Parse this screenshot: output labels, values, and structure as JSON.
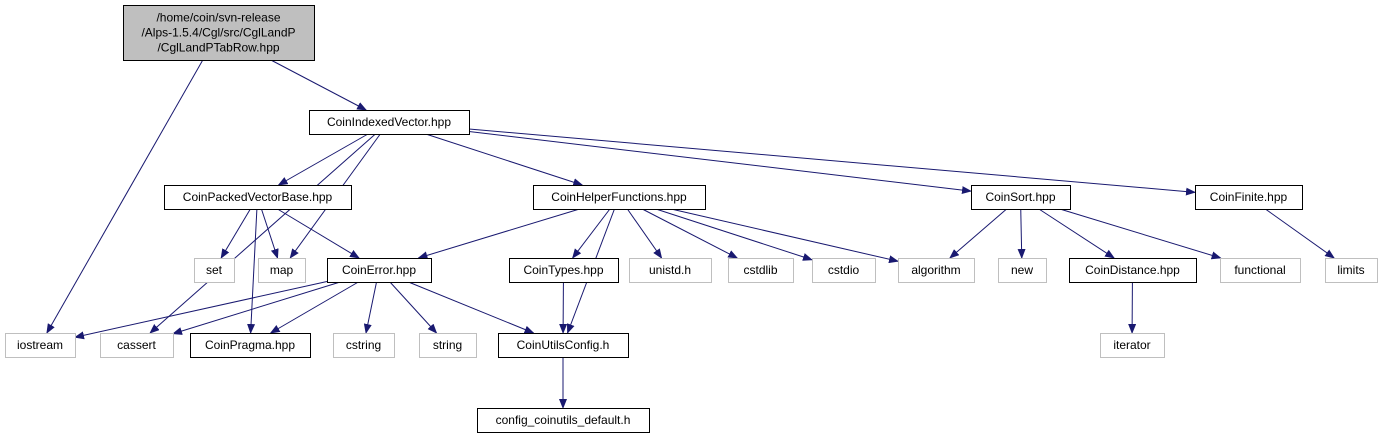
{
  "colors": {
    "edge": "#191970",
    "root_fill": "#bfbfbf",
    "root_stroke": "#000000",
    "doc_fill": "#ffffff",
    "doc_stroke": "#000000",
    "ext_fill": "#ffffff",
    "ext_stroke": "#bfbfbf",
    "ext_text": "#6b6b6b"
  },
  "nodes": [
    {
      "id": "root",
      "kind": "root",
      "lines": [
        "/home/coin/svn-release",
        "/Alps-1.5.4/Cgl/src/CglLandP",
        "/CglLandPTabRow.hpp"
      ]
    },
    {
      "id": "CoinIndexedVector",
      "kind": "doc",
      "lines": [
        "CoinIndexedVector.hpp"
      ]
    },
    {
      "id": "iostream",
      "kind": "ext",
      "lines": [
        "iostream"
      ]
    },
    {
      "id": "CoinPackedVectorBase",
      "kind": "doc",
      "lines": [
        "CoinPackedVectorBase.hpp"
      ]
    },
    {
      "id": "CoinHelperFunctions",
      "kind": "doc",
      "lines": [
        "CoinHelperFunctions.hpp"
      ]
    },
    {
      "id": "CoinSort",
      "kind": "doc",
      "lines": [
        "CoinSort.hpp"
      ]
    },
    {
      "id": "CoinFinite",
      "kind": "doc",
      "lines": [
        "CoinFinite.hpp"
      ]
    },
    {
      "id": "set",
      "kind": "ext",
      "lines": [
        "set"
      ]
    },
    {
      "id": "map",
      "kind": "ext",
      "lines": [
        "map"
      ]
    },
    {
      "id": "CoinError",
      "kind": "doc",
      "lines": [
        "CoinError.hpp"
      ]
    },
    {
      "id": "CoinTypes",
      "kind": "doc",
      "lines": [
        "CoinTypes.hpp"
      ]
    },
    {
      "id": "unistd",
      "kind": "ext",
      "lines": [
        "unistd.h"
      ]
    },
    {
      "id": "cstdlib",
      "kind": "ext",
      "lines": [
        "cstdlib"
      ]
    },
    {
      "id": "cstdio",
      "kind": "ext",
      "lines": [
        "cstdio"
      ]
    },
    {
      "id": "algorithm",
      "kind": "ext",
      "lines": [
        "algorithm"
      ]
    },
    {
      "id": "new",
      "kind": "ext",
      "lines": [
        "new"
      ]
    },
    {
      "id": "CoinDistance",
      "kind": "doc",
      "lines": [
        "CoinDistance.hpp"
      ]
    },
    {
      "id": "functional",
      "kind": "ext",
      "lines": [
        "functional"
      ]
    },
    {
      "id": "limits",
      "kind": "ext",
      "lines": [
        "limits"
      ]
    },
    {
      "id": "cassert",
      "kind": "ext",
      "lines": [
        "cassert"
      ]
    },
    {
      "id": "CoinPragma",
      "kind": "doc",
      "lines": [
        "CoinPragma.hpp"
      ]
    },
    {
      "id": "cstring",
      "kind": "ext",
      "lines": [
        "cstring"
      ]
    },
    {
      "id": "string",
      "kind": "ext",
      "lines": [
        "string"
      ]
    },
    {
      "id": "CoinUtilsConfig",
      "kind": "doc",
      "lines": [
        "CoinUtilsConfig.h"
      ]
    },
    {
      "id": "iterator",
      "kind": "ext",
      "lines": [
        "iterator"
      ]
    },
    {
      "id": "config_coinutils_default",
      "kind": "doc",
      "lines": [
        "config_coinutils_default.h"
      ]
    }
  ],
  "edges": [
    [
      "root",
      "CoinIndexedVector"
    ],
    [
      "root",
      "iostream"
    ],
    [
      "CoinIndexedVector",
      "cassert"
    ],
    [
      "CoinIndexedVector",
      "CoinPackedVectorBase"
    ],
    [
      "CoinIndexedVector",
      "map"
    ],
    [
      "CoinIndexedVector",
      "CoinHelperFunctions"
    ],
    [
      "CoinIndexedVector",
      "CoinSort"
    ],
    [
      "CoinIndexedVector",
      "CoinFinite"
    ],
    [
      "CoinPackedVectorBase",
      "set"
    ],
    [
      "CoinPackedVectorBase",
      "map"
    ],
    [
      "CoinPackedVectorBase",
      "CoinError"
    ],
    [
      "CoinPackedVectorBase",
      "CoinPragma"
    ],
    [
      "CoinHelperFunctions",
      "CoinError"
    ],
    [
      "CoinHelperFunctions",
      "CoinUtilsConfig"
    ],
    [
      "CoinHelperFunctions",
      "CoinTypes"
    ],
    [
      "CoinHelperFunctions",
      "unistd"
    ],
    [
      "CoinHelperFunctions",
      "cstdlib"
    ],
    [
      "CoinHelperFunctions",
      "cstdio"
    ],
    [
      "CoinHelperFunctions",
      "algorithm"
    ],
    [
      "CoinSort",
      "algorithm"
    ],
    [
      "CoinSort",
      "new"
    ],
    [
      "CoinSort",
      "CoinDistance"
    ],
    [
      "CoinSort",
      "functional"
    ],
    [
      "CoinFinite",
      "limits"
    ],
    [
      "CoinError",
      "iostream"
    ],
    [
      "CoinError",
      "cassert"
    ],
    [
      "CoinError",
      "CoinPragma"
    ],
    [
      "CoinError",
      "cstring"
    ],
    [
      "CoinError",
      "string"
    ],
    [
      "CoinError",
      "CoinUtilsConfig"
    ],
    [
      "CoinTypes",
      "CoinUtilsConfig"
    ],
    [
      "CoinDistance",
      "iterator"
    ],
    [
      "CoinUtilsConfig",
      "config_coinutils_default"
    ]
  ]
}
